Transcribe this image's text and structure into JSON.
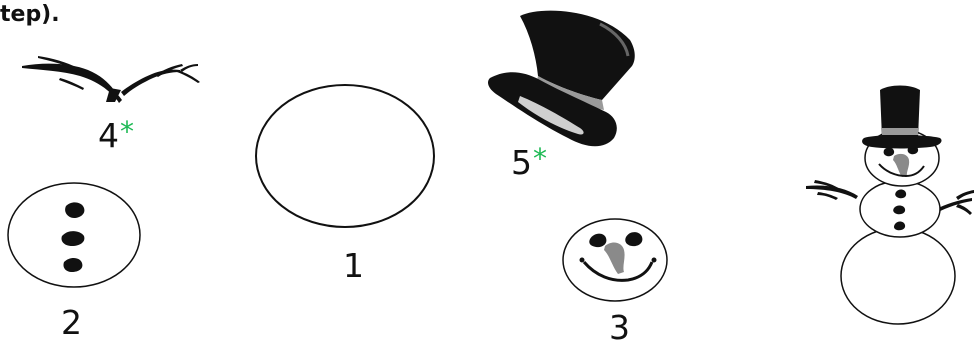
{
  "heading": {
    "text": "tep)."
  },
  "parts": [
    {
      "id": "1",
      "label": "1",
      "starred": false,
      "mark": ""
    },
    {
      "id": "2",
      "label": "2",
      "starred": false,
      "mark": ""
    },
    {
      "id": "3",
      "label": "3",
      "starred": false,
      "mark": ""
    },
    {
      "id": "4",
      "label": "4",
      "starred": true,
      "mark": "*"
    },
    {
      "id": "5",
      "label": "5",
      "starred": true,
      "mark": "*"
    }
  ],
  "colors": {
    "ink": "#111111",
    "asterisk": "#1db954",
    "fill": "#ffffff",
    "nose": "#8a8a8a",
    "hat_band": "#9a9a9a"
  },
  "icons": {
    "arms": "tree-branch-icon",
    "hat": "top-hat-icon",
    "body_circle": "ellipse-icon",
    "coal": "coal-button-icon",
    "face": "snowman-face-icon",
    "finished": "snowman-icon"
  }
}
